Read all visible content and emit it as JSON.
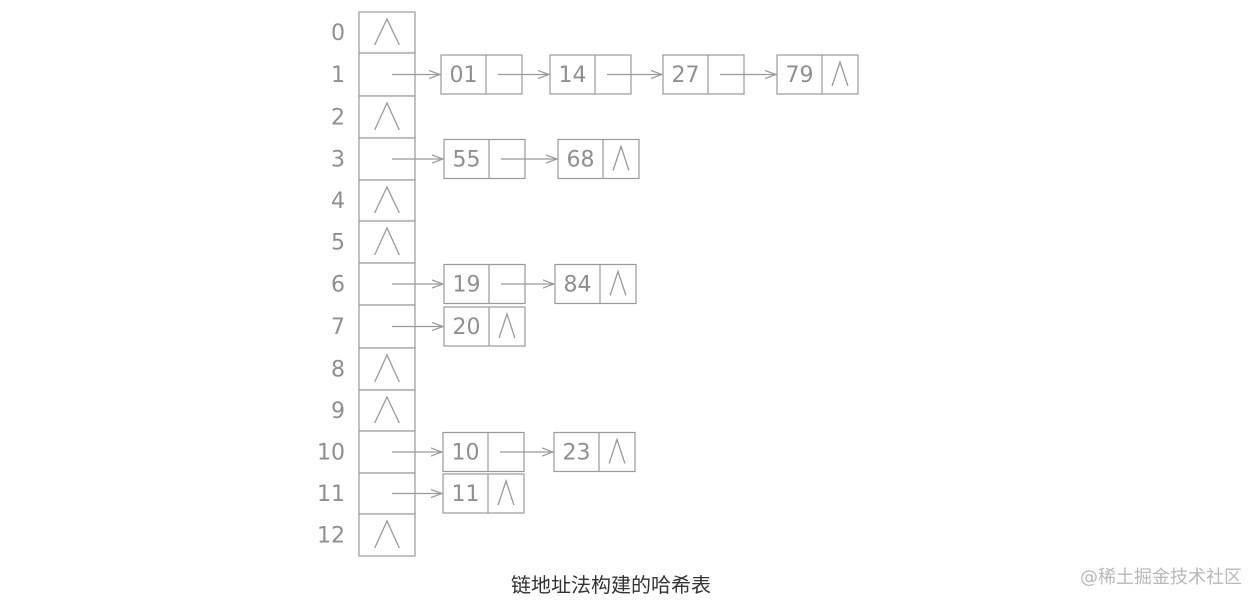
{
  "buckets": [
    {
      "index": "0",
      "nodes": []
    },
    {
      "index": "1",
      "nodes": [
        "01",
        "14",
        "27",
        "79"
      ]
    },
    {
      "index": "2",
      "nodes": []
    },
    {
      "index": "3",
      "nodes": [
        "55",
        "68"
      ]
    },
    {
      "index": "4",
      "nodes": []
    },
    {
      "index": "5",
      "nodes": []
    },
    {
      "index": "6",
      "nodes": [
        "19",
        "84"
      ]
    },
    {
      "index": "7",
      "nodes": [
        "20"
      ]
    },
    {
      "index": "8",
      "nodes": []
    },
    {
      "index": "9",
      "nodes": []
    },
    {
      "index": "10",
      "nodes": [
        "10",
        "23"
      ]
    },
    {
      "index": "11",
      "nodes": [
        "11"
      ]
    },
    {
      "index": "12",
      "nodes": []
    }
  ],
  "null_symbol": "⋀",
  "caption": "链地址法构建的哈希表",
  "watermark": "@稀土掘金技术社区",
  "colors": {
    "stroke": "#9a9a9a",
    "text": "#8f8f8f",
    "caption": "#333333",
    "watermark": "#b8b8b8"
  }
}
